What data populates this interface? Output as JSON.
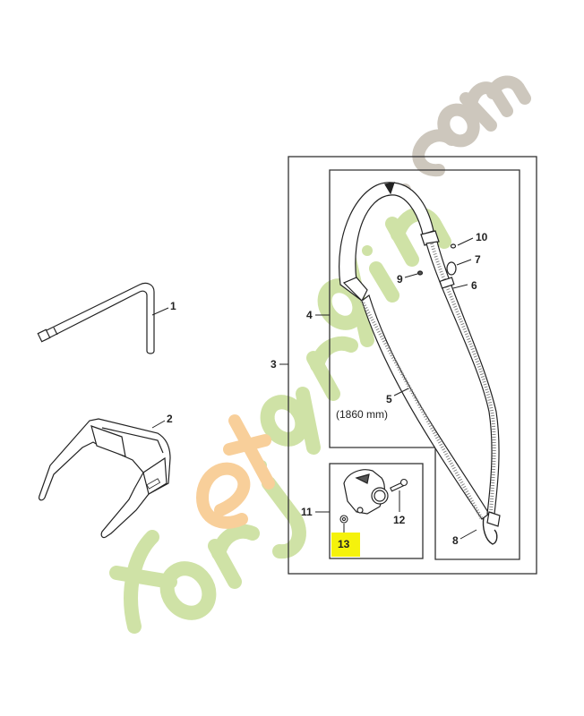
{
  "diagram": {
    "type": "exploded-parts-view",
    "highlight_color": "#f5f20c",
    "line_color": "#222222",
    "parts": [
      {
        "ref": "1",
        "label": "1",
        "item": "angled-hex-key"
      },
      {
        "ref": "2",
        "label": "2",
        "item": "safety-glasses"
      },
      {
        "ref": "3",
        "label": "3",
        "item": "harness-set-outer-group"
      },
      {
        "ref": "4",
        "label": "4",
        "item": "shoulder-strap-group"
      },
      {
        "ref": "5",
        "label": "5",
        "item": "strap"
      },
      {
        "ref": "6",
        "label": "6",
        "item": "buckle"
      },
      {
        "ref": "7",
        "label": "7",
        "item": "ring"
      },
      {
        "ref": "8",
        "label": "8",
        "item": "carbine-hook"
      },
      {
        "ref": "9",
        "label": "9",
        "item": "rivet"
      },
      {
        "ref": "10",
        "label": "10",
        "item": "washer"
      },
      {
        "ref": "11",
        "label": "11",
        "item": "carrying-ring-group"
      },
      {
        "ref": "12",
        "label": "12",
        "item": "screw"
      },
      {
        "ref": "13",
        "label": "13",
        "item": "nut",
        "highlighted": true
      }
    ],
    "strap_length_note": "(1860 mm)"
  },
  "watermark": {
    "text_main": "foretjardin",
    "text_tld": ".com",
    "colors": {
      "green": "#cfe2a6",
      "orange": "#f8cf9a",
      "grey": "#cdc7bd"
    }
  }
}
